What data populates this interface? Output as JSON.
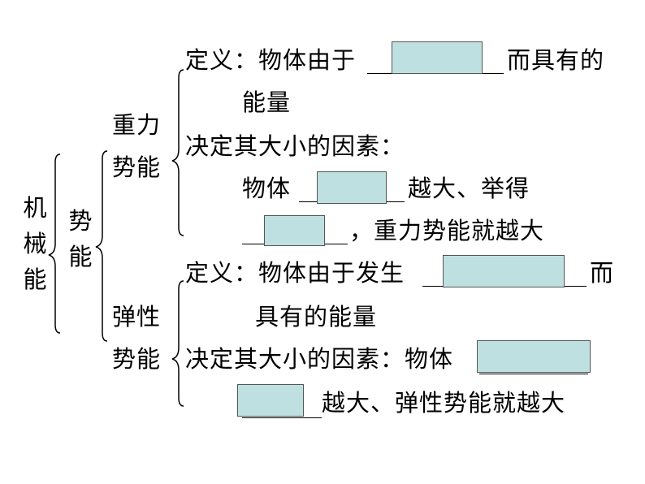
{
  "root": {
    "label": "机械能"
  },
  "branch": {
    "label": "势能"
  },
  "gravity": {
    "label_line1": "重力",
    "label_line2": "势能",
    "def_prefix": "定义：物体由于",
    "def_suffix": "而具有的",
    "def_line2": "能量",
    "factor_title": "决定其大小的因素：",
    "factor_line1_prefix": "物体",
    "factor_line1_suffix": "越大、举得",
    "factor_line2_suffix": "，重力势能就越大"
  },
  "elastic": {
    "label_line1": "弹性",
    "label_line2": "势能",
    "def_prefix": "定义：物体由于发生",
    "def_suffix": "而",
    "def_line2": "具有的能量",
    "factor_prefix": "决定其大小的因素：物体",
    "factor_line2_suffix": "越大、弹性势能就越大"
  },
  "colors": {
    "blank_fill": "#bfe0e0",
    "line": "#000000"
  }
}
